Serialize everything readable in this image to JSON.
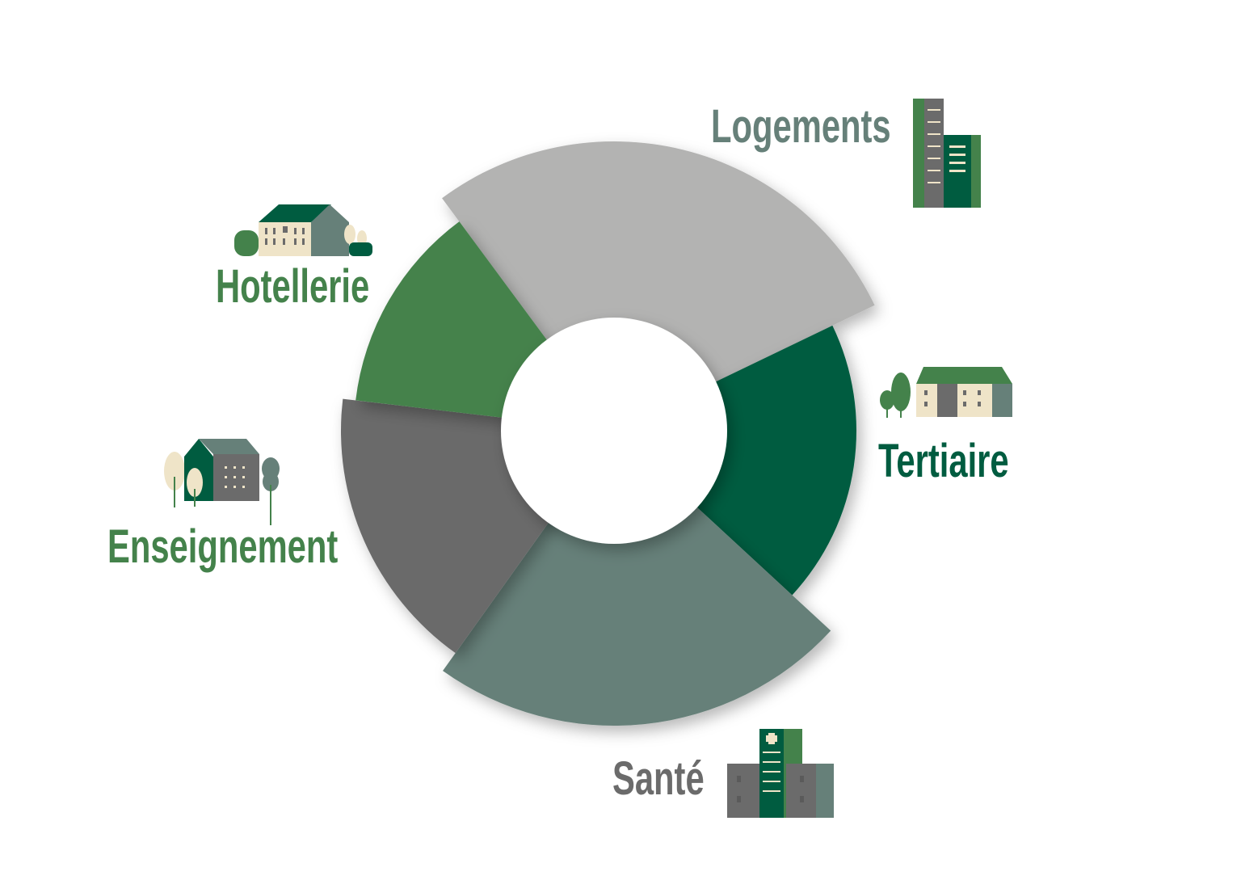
{
  "chart_data": {
    "type": "pie",
    "variant": "donut with variable-radius segments",
    "title": "",
    "categories": [
      "Logements",
      "Tertiaire",
      "Santé",
      "Enseignement",
      "Hotellerie"
    ],
    "values": [
      28,
      19,
      23,
      17,
      13
    ],
    "colors": [
      "#b3b3b2",
      "#005c40",
      "#668079",
      "#6b6b6b",
      "#44824b"
    ],
    "label_colors": [
      "#668079",
      "#005c40",
      "#6b6b6b",
      "#44824b",
      "#44824b"
    ],
    "icons": [
      "apartment-towers-icon",
      "office-building-icon",
      "hospital-icon",
      "school-icon",
      "hotel-icon"
    ],
    "legend": "labels placed next to segments"
  }
}
